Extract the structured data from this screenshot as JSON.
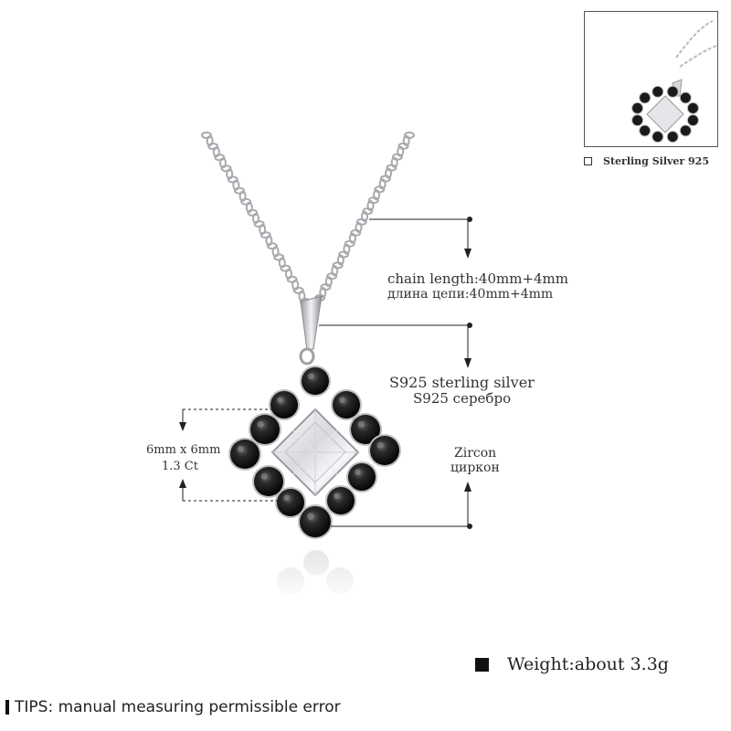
{
  "annotations": {
    "chain_length_en": "chain length:40mm+4mm",
    "chain_length_ru": "длина цепи:40mm+4mm",
    "material_en": "S925 sterling silver",
    "material_ru": "S925 серебро",
    "size": "6mm x 6mm",
    "carat": "1.3 Ct",
    "stone_en": "Zircon",
    "stone_ru": "циркон"
  },
  "thumbnail": {
    "caption": "Sterling Silver 925"
  },
  "weight": "Weight:about 3.3g",
  "tips": "TIPS: manual measuring permissible error",
  "colors": {
    "silver": "#c8c8cc",
    "black_stone": "#1a1a1a",
    "zircon": "#eeeef2",
    "line": "#222222"
  }
}
